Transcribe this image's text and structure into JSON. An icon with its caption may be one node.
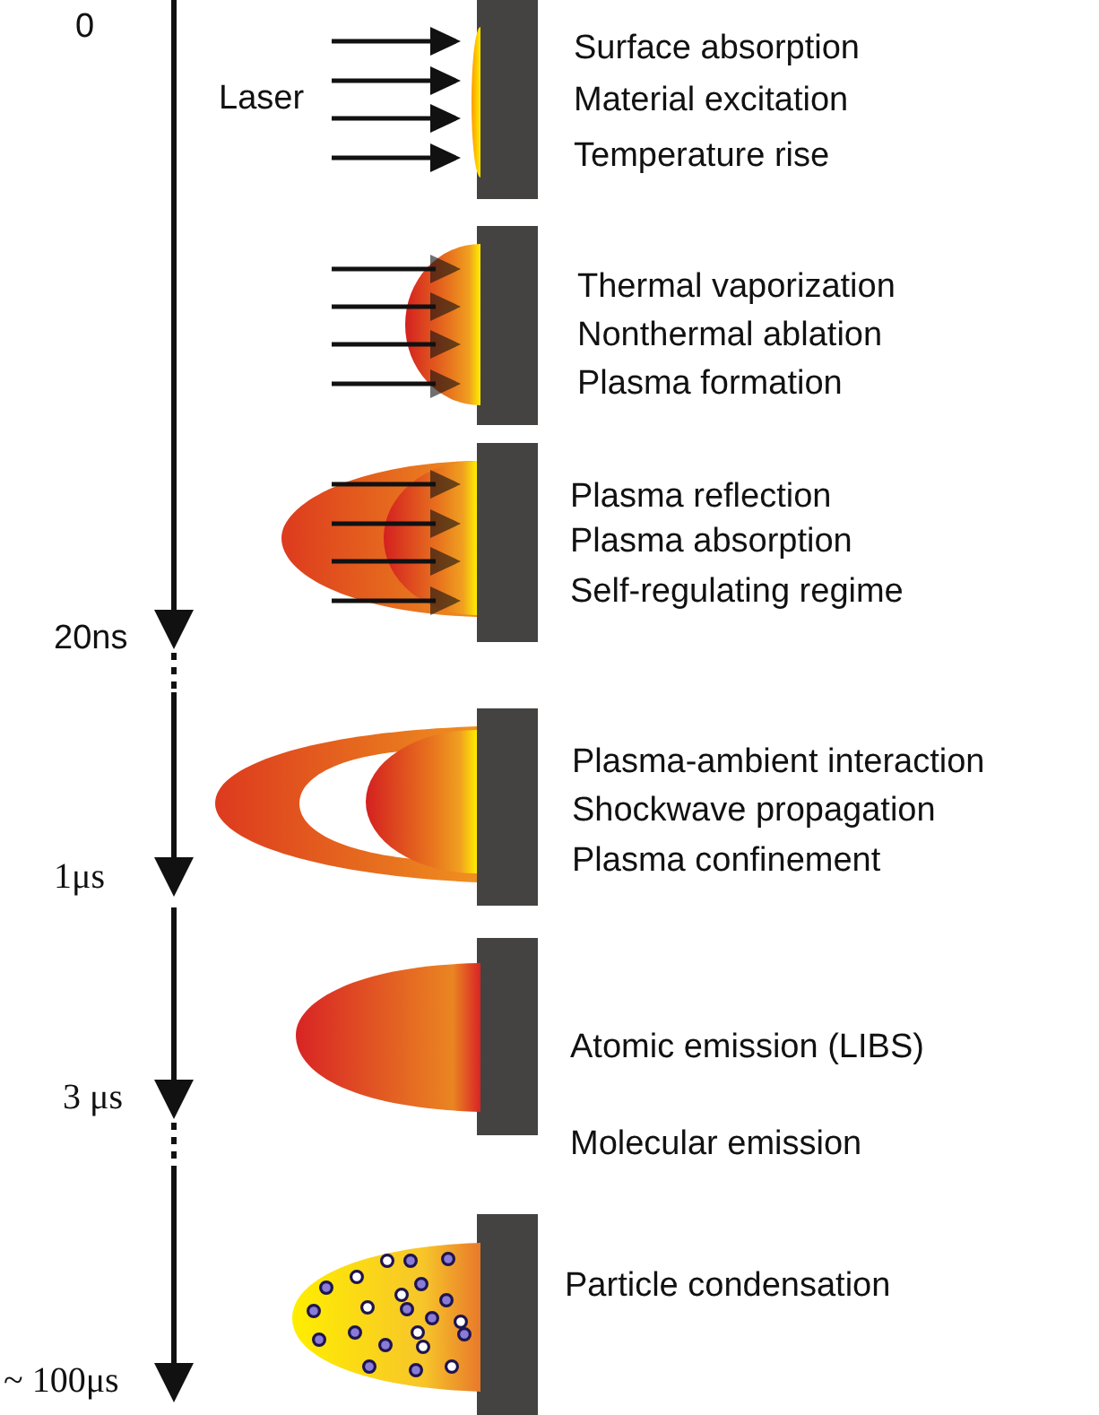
{
  "diagram": {
    "labels": [
      "0",
      "Laser",
      "Surface absorption",
      "Material excitation",
      "Temperature rise",
      "Thermal vaporization",
      "Nonthermal ablation",
      "Plasma formation",
      "Plasma reflection",
      "Plasma absorption",
      "Self-regulating regime",
      "20ns",
      "Plasma-ambient interaction",
      "Shockwave propagation",
      "Plasma confinement",
      "1μs",
      "Atomic emission (LIBS)",
      "3 μs",
      "Molecular emission",
      "Particle condensation",
      "~ 100μs"
    ]
  }
}
